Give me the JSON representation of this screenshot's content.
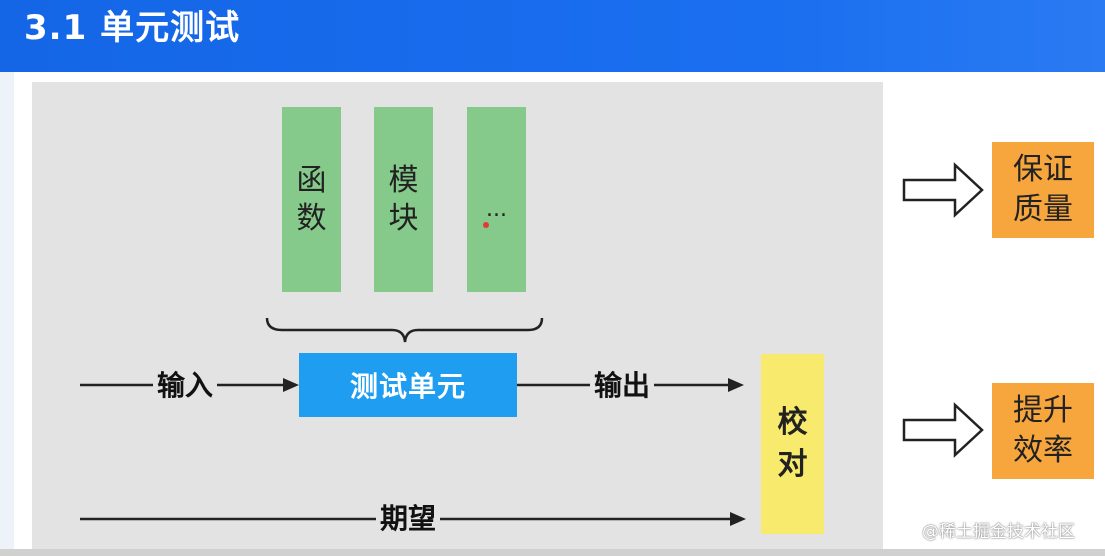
{
  "header": {
    "title": "3.1 单元测试"
  },
  "boxes": {
    "func": [
      "函",
      "数"
    ],
    "module": [
      "模",
      "块"
    ],
    "more": "...",
    "unit": "测试单元",
    "check": [
      "校",
      "对"
    ],
    "quality": [
      "保证",
      "质量"
    ],
    "efficiency": [
      "提升",
      "效率"
    ]
  },
  "labels": {
    "input": "输入",
    "output": "输出",
    "expect": "期望"
  },
  "watermark": "@稀土掘金技术社区",
  "colors": {
    "header": "#1466e6",
    "panel": "#e3e3e3",
    "green": "#85c98b",
    "blue": "#1f9ef1",
    "yellow": "#f8ea6c",
    "orange": "#f7a63d"
  }
}
